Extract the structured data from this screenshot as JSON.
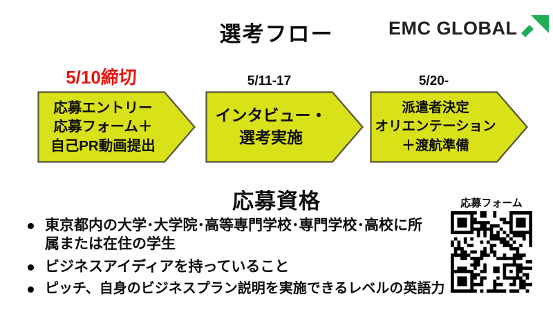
{
  "title": "選考フロー",
  "logo": {
    "text": "EMC GLOBAL"
  },
  "flow": {
    "steps": [
      {
        "date": "5/10締切",
        "lines": [
          "応募エントリー",
          "応募フォーム＋",
          "自己PR動画提出"
        ]
      },
      {
        "date": "5/11-17",
        "lines": [
          "インタビュー・",
          "選考実施"
        ]
      },
      {
        "date": "5/20-",
        "lines": [
          "派遣者決定",
          "オリエンテーション",
          "＋渡航準備"
        ]
      }
    ]
  },
  "qualifications": {
    "heading": "応募資格",
    "items": [
      "東京都内の大学･大学院･高等専門学校･専門学校･高校に所属または在住の学生",
      "ビジネスアイディアを持っていること",
      "ピッチ、自身のビジネスプラン説明を実施できるレベルの英語力"
    ]
  },
  "qr": {
    "label": "応募フォーム"
  },
  "colors": {
    "arrow_fill": "#d9e118",
    "arrow_border": "#55553a",
    "deadline_red": "#e8130d",
    "logo_green": "#1fae54",
    "text_black": "#0d0d0d"
  }
}
